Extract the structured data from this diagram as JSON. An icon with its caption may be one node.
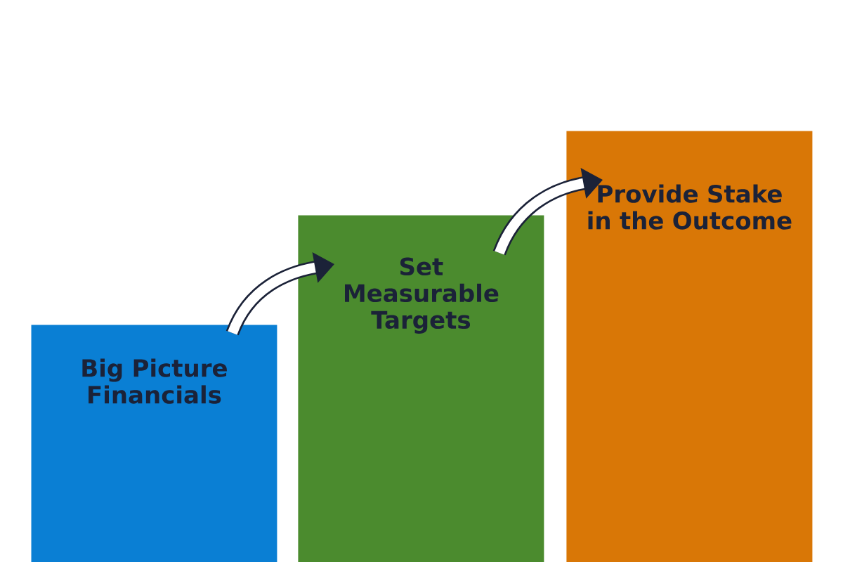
{
  "diagram": {
    "nodes": [
      {
        "text": [
          "Big Picture Financials"
        ]
      },
      {
        "text": [
          "Set Measurable Targets"
        ]
      },
      {
        "text": [
          "Provide Stake in the Outcome"
        ]
      }
    ],
    "edges": [
      {
        "from": 0,
        "to": 1,
        "arrow": "to"
      },
      {
        "from": 1,
        "to": 2,
        "arrow": "to"
      }
    ]
  }
}
